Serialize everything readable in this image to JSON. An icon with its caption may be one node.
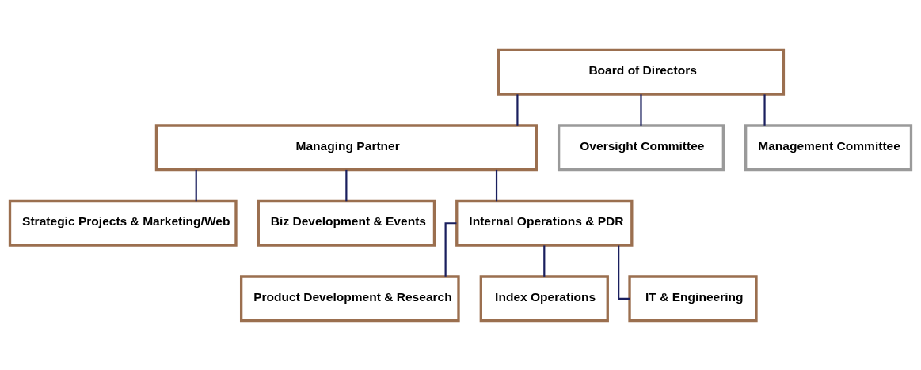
{
  "diagram": {
    "nodes": [
      {
        "text": [
          "Board of Directors"
        ]
      },
      {
        "text": [
          "Managing Partner"
        ]
      },
      {
        "text": [
          "Strategic Projects & Marketing/Web"
        ]
      },
      {
        "text": [
          "Biz Development & Events"
        ]
      },
      {
        "text": [
          "Internal Operations & PDR"
        ]
      },
      {
        "text": [
          "Product Development & Research"
        ]
      },
      {
        "text": [
          "Index Operations"
        ]
      },
      {
        "text": [
          "IT & Engineering"
        ]
      },
      {
        "text": [
          "Oversight Committee"
        ]
      },
      {
        "text": [
          "Management Committee"
        ]
      }
    ],
    "edges": [
      {
        "from": 0,
        "to": 1,
        "arrow": "none"
      },
      {
        "from": 0,
        "to": 8,
        "arrow": "none"
      },
      {
        "from": 0,
        "to": 9,
        "arrow": "none"
      },
      {
        "from": 1,
        "to": 2,
        "arrow": "none"
      },
      {
        "from": 1,
        "to": 3,
        "arrow": "none"
      },
      {
        "from": 1,
        "to": 4,
        "arrow": "none"
      },
      {
        "from": 4,
        "to": 5,
        "arrow": "none"
      },
      {
        "from": 4,
        "to": 6,
        "arrow": "none"
      },
      {
        "from": 4,
        "to": 7,
        "arrow": "none"
      }
    ]
  }
}
